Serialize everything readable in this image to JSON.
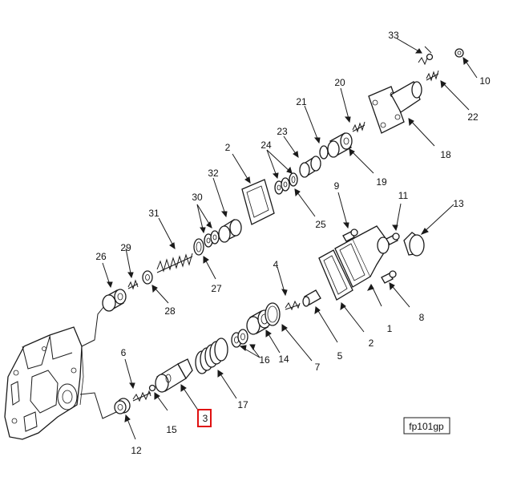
{
  "callouts": [
    {
      "id": "c1",
      "text": "1"
    },
    {
      "id": "c2a",
      "text": "2"
    },
    {
      "id": "c2b",
      "text": "2"
    },
    {
      "id": "c3",
      "text": "3"
    },
    {
      "id": "c4",
      "text": "4"
    },
    {
      "id": "c5",
      "text": "5"
    },
    {
      "id": "c6",
      "text": "6"
    },
    {
      "id": "c7",
      "text": "7"
    },
    {
      "id": "c8",
      "text": "8"
    },
    {
      "id": "c9",
      "text": "9"
    },
    {
      "id": "c10",
      "text": "10"
    },
    {
      "id": "c11",
      "text": "11"
    },
    {
      "id": "c12",
      "text": "12"
    },
    {
      "id": "c13",
      "text": "13"
    },
    {
      "id": "c14",
      "text": "14"
    },
    {
      "id": "c15",
      "text": "15"
    },
    {
      "id": "c16",
      "text": "16"
    },
    {
      "id": "c17",
      "text": "17"
    },
    {
      "id": "c18",
      "text": "18"
    },
    {
      "id": "c19",
      "text": "19"
    },
    {
      "id": "c20",
      "text": "20"
    },
    {
      "id": "c21",
      "text": "21"
    },
    {
      "id": "c22",
      "text": "22"
    },
    {
      "id": "c23",
      "text": "23"
    },
    {
      "id": "c24",
      "text": "24"
    },
    {
      "id": "c25",
      "text": "25"
    },
    {
      "id": "c26",
      "text": "26"
    },
    {
      "id": "c27",
      "text": "27"
    },
    {
      "id": "c28",
      "text": "28"
    },
    {
      "id": "c29",
      "text": "29"
    },
    {
      "id": "c30",
      "text": "30"
    },
    {
      "id": "c31",
      "text": "31"
    },
    {
      "id": "c32",
      "text": "32"
    },
    {
      "id": "c33",
      "text": "33"
    }
  ],
  "highlighted_callout": "3",
  "highlight_color": "#e01010",
  "figure_code": "fp101gp"
}
